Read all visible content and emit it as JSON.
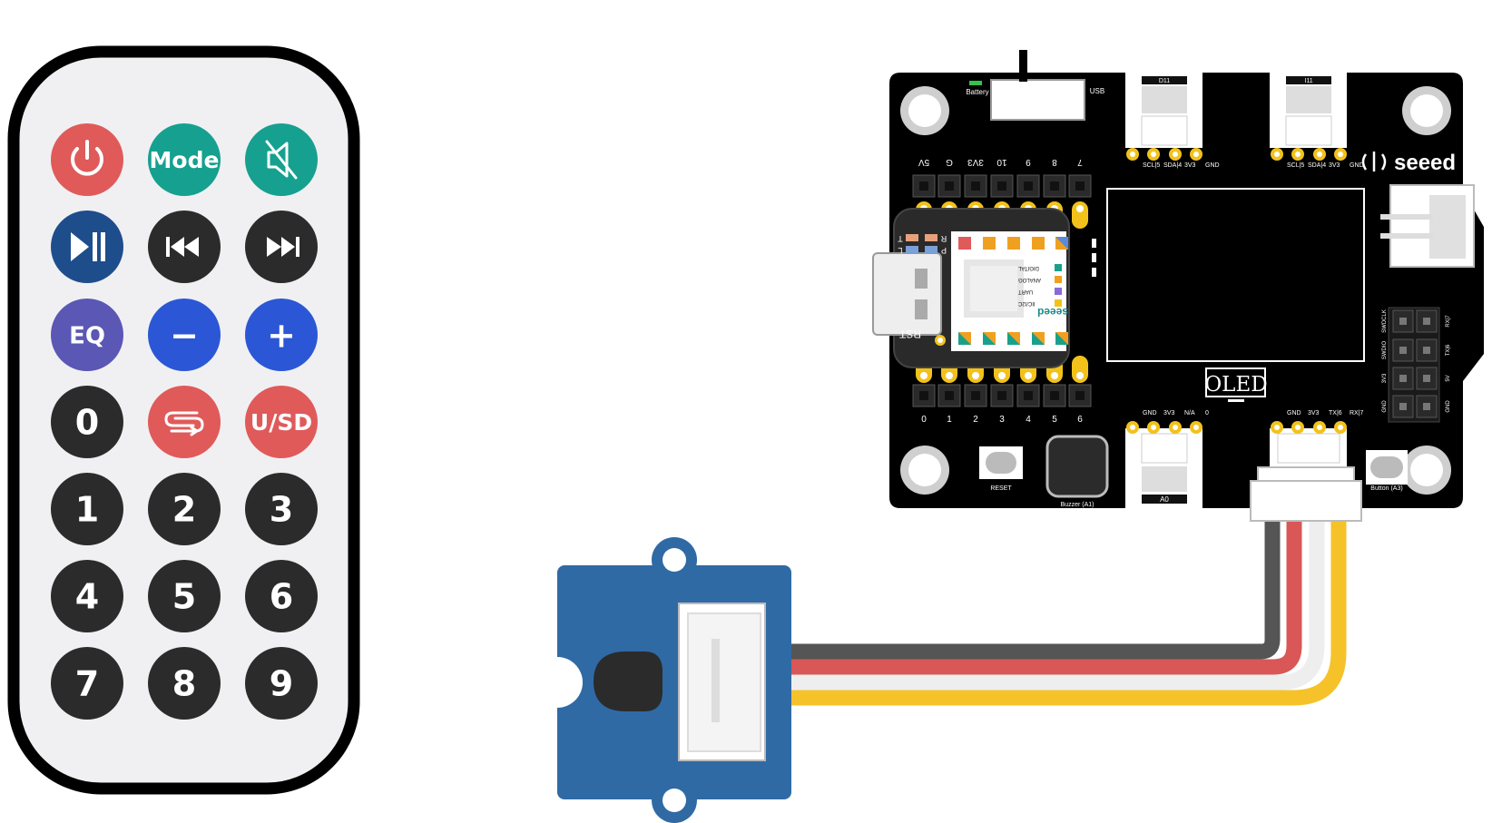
{
  "colors": {
    "red": "#e05a5a",
    "teal": "#16a08f",
    "navy": "#1e4d8c",
    "dark": "#2b2b2b",
    "purple": "#5b57b5",
    "blue": "#2b57d6",
    "remote_body": "#f0f0f2",
    "board": "#000000",
    "sensor": "#2f6aa5",
    "wire_black": "#555555",
    "wire_red": "#d95757",
    "wire_white": "#eeeeee",
    "wire_yellow": "#f5c22a",
    "pad": "#f2c21b"
  },
  "remote": {
    "buttons": [
      {
        "id": "power",
        "label": "",
        "icon": "power-icon",
        "color": "red"
      },
      {
        "id": "mode",
        "label": "Mode",
        "icon": "",
        "color": "teal"
      },
      {
        "id": "mute",
        "label": "",
        "icon": "mute-icon",
        "color": "teal"
      },
      {
        "id": "play-pause",
        "label": "",
        "icon": "play-pause-icon",
        "color": "navy"
      },
      {
        "id": "previous",
        "label": "",
        "icon": "previous-icon",
        "color": "dark"
      },
      {
        "id": "next",
        "label": "",
        "icon": "next-icon",
        "color": "dark"
      },
      {
        "id": "eq",
        "label": "EQ",
        "icon": "",
        "color": "purple"
      },
      {
        "id": "minus",
        "label": "−",
        "icon": "",
        "color": "blue"
      },
      {
        "id": "plus",
        "label": "+",
        "icon": "",
        "color": "blue"
      },
      {
        "id": "digit-0",
        "label": "0",
        "icon": "",
        "color": "dark"
      },
      {
        "id": "repeat",
        "label": "",
        "icon": "repeat-icon",
        "color": "red"
      },
      {
        "id": "u-sd",
        "label": "U/SD",
        "icon": "",
        "color": "red"
      },
      {
        "id": "digit-1",
        "label": "1",
        "icon": "",
        "color": "dark"
      },
      {
        "id": "digit-2",
        "label": "2",
        "icon": "",
        "color": "dark"
      },
      {
        "id": "digit-3",
        "label": "3",
        "icon": "",
        "color": "dark"
      },
      {
        "id": "digit-4",
        "label": "4",
        "icon": "",
        "color": "dark"
      },
      {
        "id": "digit-5",
        "label": "5",
        "icon": "",
        "color": "dark"
      },
      {
        "id": "digit-6",
        "label": "6",
        "icon": "",
        "color": "dark"
      },
      {
        "id": "digit-7",
        "label": "7",
        "icon": "",
        "color": "dark"
      },
      {
        "id": "digit-8",
        "label": "8",
        "icon": "",
        "color": "dark"
      },
      {
        "id": "digit-9",
        "label": "9",
        "icon": "",
        "color": "dark"
      }
    ]
  },
  "board": {
    "brand": "seeed",
    "battery_label": "Battery",
    "usb_label": "USB",
    "top_pin_labels": [
      "5V",
      "G",
      "3V3",
      "10",
      "9",
      "8",
      "7"
    ],
    "bottom_pin_labels": [
      "0",
      "1",
      "2",
      "3",
      "4",
      "5",
      "6"
    ],
    "rst_label": "RST",
    "reset_label": "RESET",
    "buzzer_label": "Buzzer (A1)",
    "button_label": "Button (A3)",
    "oled_label": "OLED",
    "grove_top_left": {
      "tag": "D11",
      "pins": [
        "SCL|5",
        "SDA|4",
        "3V3",
        "GND"
      ]
    },
    "grove_top_right": {
      "tag": "I11",
      "pins": [
        "SCL|5",
        "SDA|4",
        "3V3",
        "GND"
      ]
    },
    "grove_bottom_left": {
      "tag": "A0",
      "pins": [
        "GND",
        "3V3",
        "N/A",
        "0"
      ]
    },
    "grove_bottom_right": {
      "pins": [
        "GND",
        "3V3",
        "TX|6",
        "RX|7"
      ]
    },
    "xiao_legend": [
      "DIGITAL",
      "ANALOG",
      "UART",
      "IIC/I2C"
    ],
    "xiao_brand": "seeed",
    "side_header_left": [
      "SWDCLK",
      "SWDIO",
      "3V3",
      "GND"
    ],
    "side_header_right": [
      "RX|7",
      "TX|6",
      "5V",
      "GND"
    ],
    "status_left": [
      "T",
      "L"
    ],
    "status_right": [
      "R",
      "P"
    ]
  }
}
